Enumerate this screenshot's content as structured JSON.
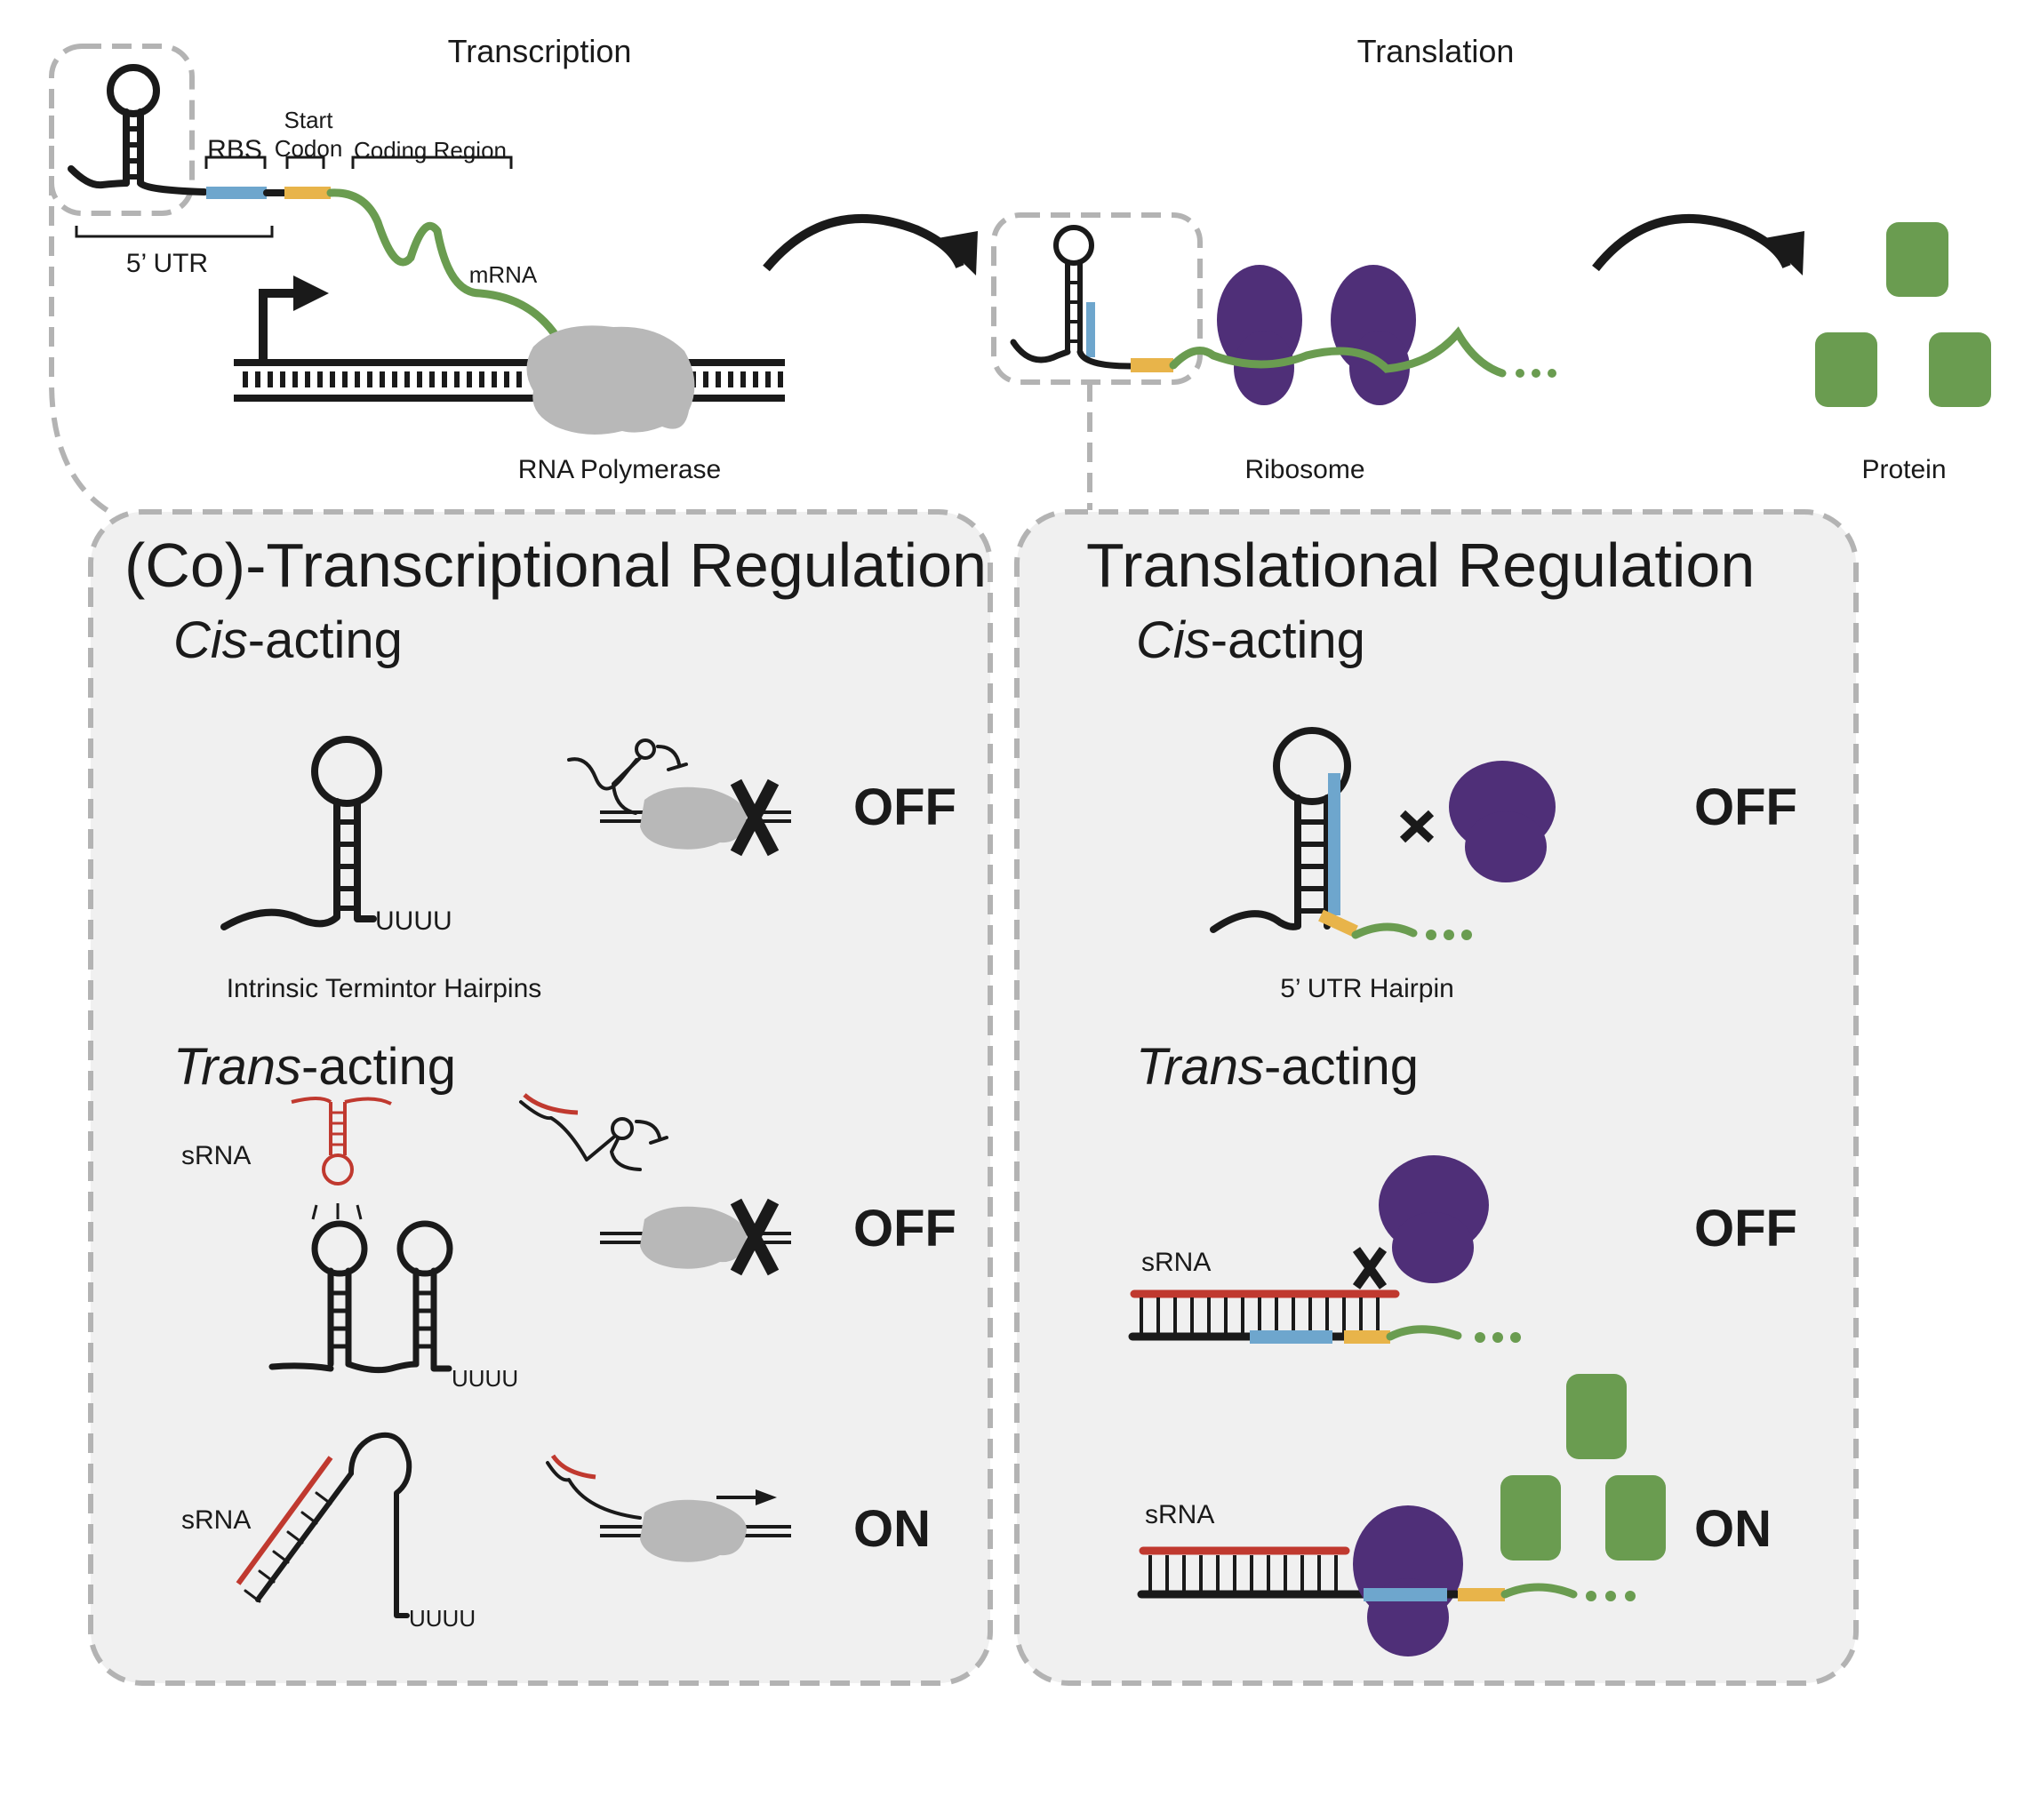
{
  "colors": {
    "rna_black": "#1a1a1a",
    "rbs_blue": "#6ea6cd",
    "start_codon_yellow": "#e8b44a",
    "coding_green": "#6a9c50",
    "ribosome_purple": "#4f2f78",
    "polymerase_gray": "#b8b8b8",
    "srna_red": "#c0392f",
    "panel_bg": "#f0f0f0",
    "dashed_border": "#b3b3b3"
  },
  "top": {
    "transcription_title": "Transcription",
    "translation_title": "Translation",
    "labels": {
      "rbs": "RBS",
      "start": "Start",
      "codon": "Codon",
      "coding_region": "Coding Region",
      "utr": "5’ UTR",
      "mrna": "mRNA",
      "rna_polymerase": "RNA Polymerase",
      "ribosome": "Ribosome",
      "protein": "Protein"
    }
  },
  "left_panel": {
    "title": "(Co)-Transcriptional Regulation",
    "cis": {
      "italic": "Cis",
      "rest": "-acting"
    },
    "trans": {
      "italic": "Trans",
      "rest": "-acting"
    },
    "terminator_caption": "Intrinsic Termintor Hairpins",
    "uuuu": "UUUU",
    "srna": "sRNA",
    "states": [
      "OFF",
      "OFF",
      "ON"
    ]
  },
  "right_panel": {
    "title": "Translational Regulation",
    "cis": {
      "italic": "Cis",
      "rest": "-acting"
    },
    "trans": {
      "italic": "Trans",
      "rest": "-acting"
    },
    "hairpin_caption": "5’ UTR Hairpin",
    "srna": "sRNA",
    "states": [
      "OFF",
      "OFF",
      "ON"
    ]
  }
}
